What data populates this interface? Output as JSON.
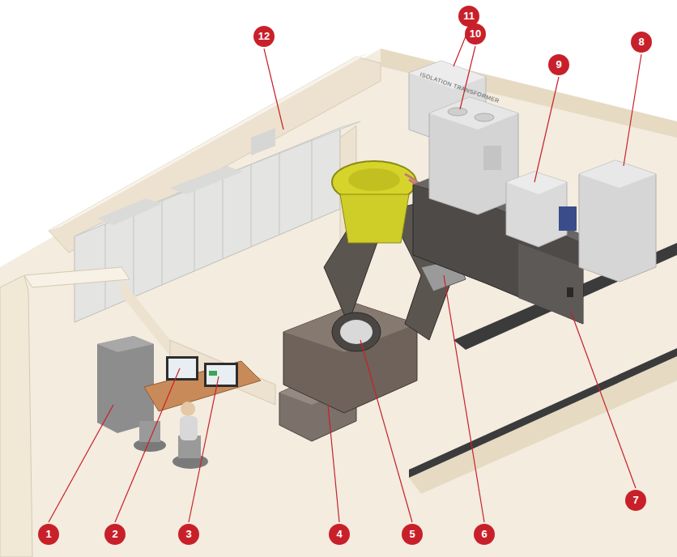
{
  "diagram": {
    "labels": [
      "1",
      "2",
      "3",
      "4",
      "5",
      "6",
      "7",
      "8",
      "9",
      "10",
      "11",
      "12",
      "ISOLATION TRANSFORMER"
    ]
  }
}
